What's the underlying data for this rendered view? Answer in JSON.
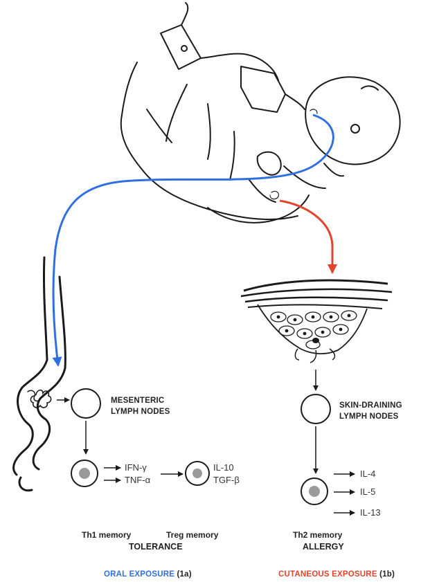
{
  "nodes": {
    "mesenteric_line1": "MESENTERIC",
    "mesenteric_line2": "LYMPH NODES",
    "skin_line1": "SKIN-DRAINING",
    "skin_line2": "LYMPH NODES"
  },
  "oral_cytokines": {
    "th1_1": "IFN-γ",
    "th1_2": "TNF-α",
    "treg_1": "IL-10",
    "treg_2": "TGF-β"
  },
  "cutaneous_cytokines": {
    "c1": "IL-4",
    "c2": "IL-5",
    "c3": "IL-13"
  },
  "memory": {
    "th1": "Th1 memory",
    "treg": "Treg memory",
    "tolerance": "TOLERANCE",
    "th2": "Th2 memory",
    "allergy": "ALLERGY"
  },
  "exposure": {
    "oral": "ORAL EXPOSURE",
    "oral_ref": "(1a)",
    "cutaneous": "CUTANEOUS EXPOSURE",
    "cutaneous_ref": "(1b)"
  },
  "colors": {
    "oral": "#2f6fe0",
    "cutaneous": "#e0452d",
    "ink": "#1a1a1a"
  }
}
